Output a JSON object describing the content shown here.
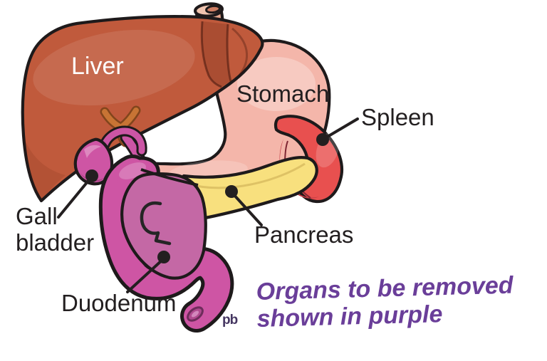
{
  "figure": {
    "type": "anatomical-diagram",
    "subject": "upper abdominal organs (Whipple-style resection diagram)",
    "caption_line1": "Organs to be removed",
    "caption_line2": "shown in purple",
    "signature": "pb"
  },
  "labels": {
    "liver": "Liver",
    "stomach": "Stomach",
    "spleen": "Spleen",
    "gall_bladder_line1": "Gall",
    "gall_bladder_line2": "bladder",
    "pancreas": "Pancreas",
    "duodenum": "Duodenum"
  },
  "colors": {
    "liver": "#C05A3C",
    "stomach": "#F4B6AA",
    "esophagus": "#E6A68E",
    "esophagus_rim": "#F0C4AF",
    "esophagus_opening": "#CE7D62",
    "spleen": "#E8504F",
    "spleen_inner": "#C23B45",
    "pancreas": "#F8E07E",
    "pancreas_line": "#D9BC60",
    "removed_organs_purple": "#CE55A4",
    "pancreas_head_purple": "#C468A5",
    "bile_duct_magenta": "#CC55A5",
    "hepatic_duct_orange": "#C77434",
    "cut_opening": "#B04A8F",
    "label_text": "#231F20",
    "liver_label_text": "#FFFFFF",
    "caption_text": "#6A3E99",
    "signature_text": "#453661",
    "outline": "#1E1A1B",
    "background": "#FFFFFF"
  }
}
